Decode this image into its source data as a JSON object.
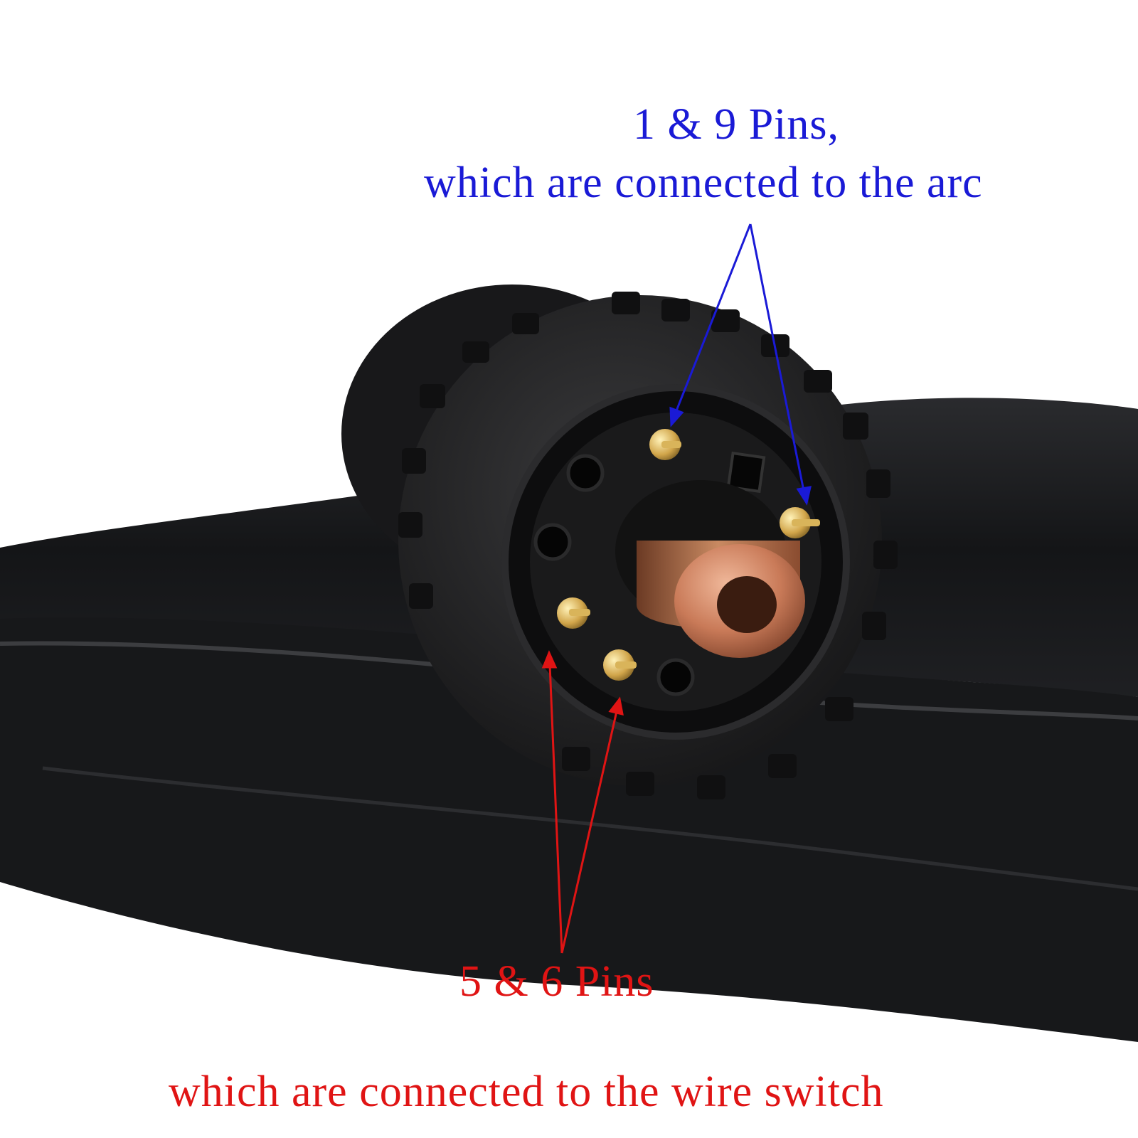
{
  "annotations": {
    "arc_pins_title": "1 & 9 Pins,",
    "arc_pins_desc": "which are connected to the arc",
    "switch_pins_title": "5 & 6 Pins",
    "switch_pins_desc": "which are connected to the wire switch"
  },
  "colors": {
    "arc_label": "#1a1ad6",
    "switch_label": "#e01414",
    "background": "#ffffff",
    "cable": "#1b1c1e"
  }
}
